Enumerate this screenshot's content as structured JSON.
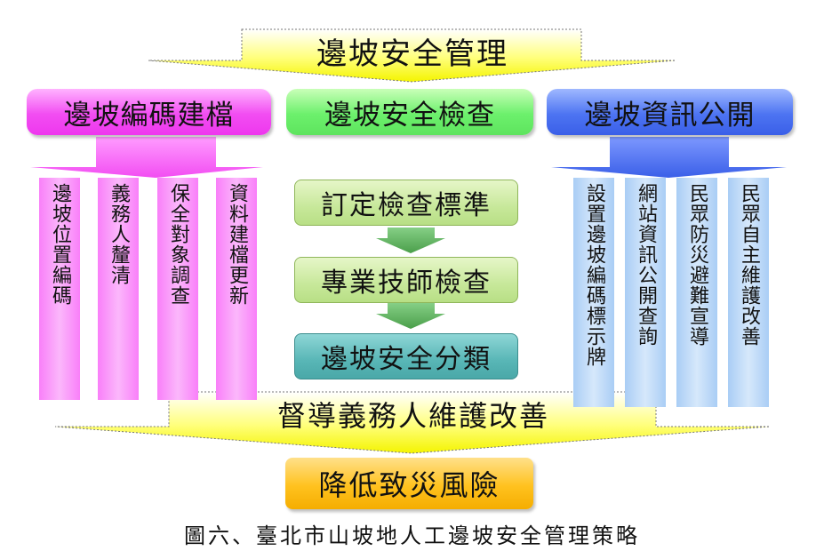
{
  "top_banner": "邊坡安全管理",
  "headers": {
    "left": "邊坡編碼建檔",
    "center": "邊坡安全檢查",
    "right": "邊坡資訊公開"
  },
  "left_columns": [
    "邊坡位置編碼",
    "義務人釐清",
    "保全對象調查",
    "資料建檔更新"
  ],
  "center_steps": [
    "訂定檢查標準",
    "專業技師檢查",
    "邊坡安全分類"
  ],
  "right_columns": [
    "設置邊坡編碼標示牌",
    "網站資訊公開查詢",
    "民眾防災避難宣導",
    "民眾自主維護改善"
  ],
  "bottom_banner": "督導義務人維護改善",
  "result": "降低致災風險",
  "caption": "圖六、臺北市山坡地人工邊坡安全管理策略",
  "colors": {
    "pink": "#f24df2",
    "green": "#6cf06c",
    "blue": "#4d74f2",
    "yellow_arrow": "#ffff66",
    "light_pink_col": "#fbb7fb",
    "light_blue_col": "#d6e8fb",
    "step_green": "#c7e89a",
    "step_teal": "#58b6b6",
    "down_arrow": "#5fb35f",
    "result_orange": "#ffc21f"
  }
}
